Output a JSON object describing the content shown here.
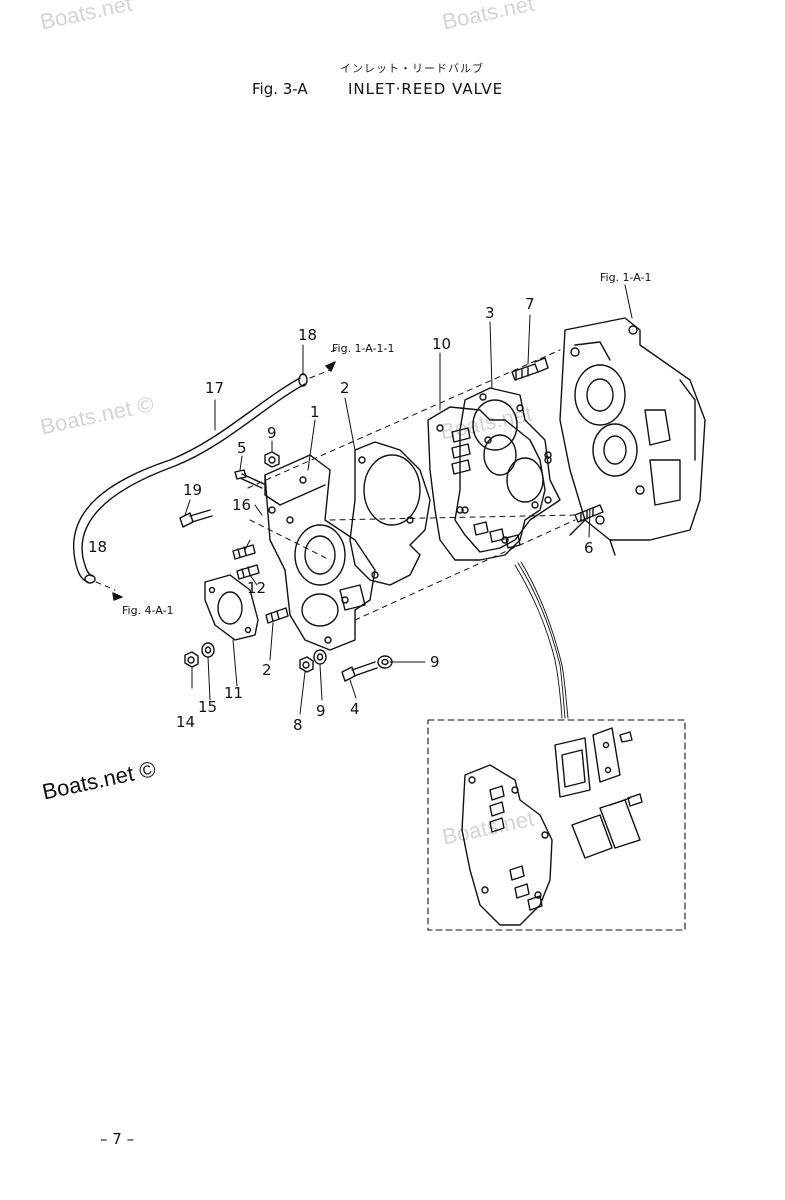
{
  "header": {
    "japanese_title": "インレット・リードバルブ",
    "figure_number": "Fig. 3-A",
    "title": "INLET·REED VALVE"
  },
  "watermarks": [
    "Boats.net",
    "Boats.net",
    "Boats.net ©",
    "Boats.net",
    "Boats.net"
  ],
  "watermark_strong": "Boats.net ©",
  "references": {
    "fig_1_a_1_top": "Fig. 1-A-1",
    "fig_1_a_1_1": "Fig. 1-A-1-1",
    "fig_4_a_1": "Fig. 4-A-1"
  },
  "callouts": {
    "c1": "1",
    "c2a": "2",
    "c2b": "2",
    "c3": "3",
    "c4": "4",
    "c5": "5",
    "c6": "6",
    "c7": "7",
    "c8": "8",
    "c9a": "9",
    "c9b": "9",
    "c9c": "9",
    "c10": "10",
    "c11": "11",
    "c12": "12",
    "c14": "14",
    "c15": "15",
    "c16": "16",
    "c17": "17",
    "c18a": "18",
    "c18b": "18",
    "c19": "19"
  },
  "footer": {
    "page_number": "– 7 –"
  },
  "colors": {
    "ink": "#111111",
    "watermark": "#d4d4d4",
    "background": "#ffffff"
  }
}
